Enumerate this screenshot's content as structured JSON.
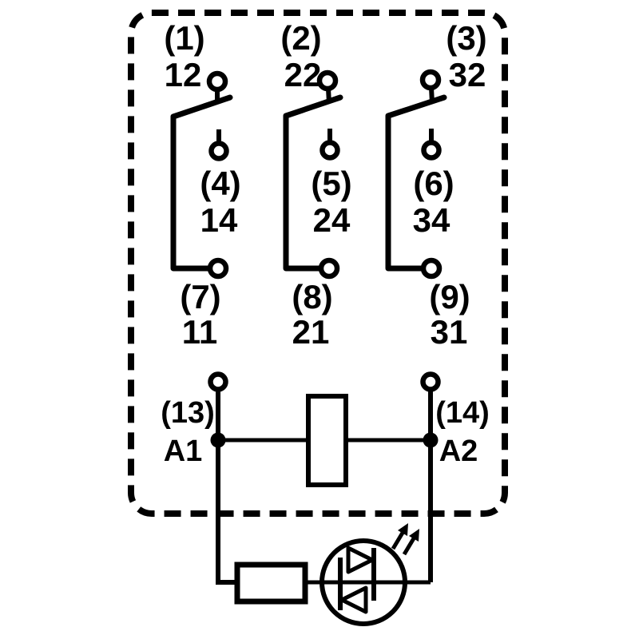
{
  "diagram": {
    "kind": "relay-contact-and-coil-schematic",
    "colors": {
      "ink": "#000000",
      "background": "#ffffff"
    },
    "symbols": {
      "outline": "dashed-rounded-rectangle-relay-body",
      "contact_type": "changeover-switch",
      "coil": "rectangle-coil",
      "indicator": "resistor-and-antiparallel-led"
    },
    "poles": [
      {
        "top_pin": "(1)",
        "top_terminal": "12",
        "mid_pin": "(4)",
        "mid_terminal": "14",
        "bottom_pin": "(7)",
        "bottom_terminal": "11"
      },
      {
        "top_pin": "(2)",
        "top_terminal": "22",
        "mid_pin": "(5)",
        "mid_terminal": "24",
        "bottom_pin": "(8)",
        "bottom_terminal": "21"
      },
      {
        "top_pin": "(3)",
        "top_terminal": "32",
        "mid_pin": "(6)",
        "mid_terminal": "34",
        "bottom_pin": "(9)",
        "bottom_terminal": "31"
      }
    ],
    "coil": {
      "left_pin": "(13)",
      "left_terminal": "A1",
      "right_pin": "(14)",
      "right_terminal": "A2"
    }
  }
}
